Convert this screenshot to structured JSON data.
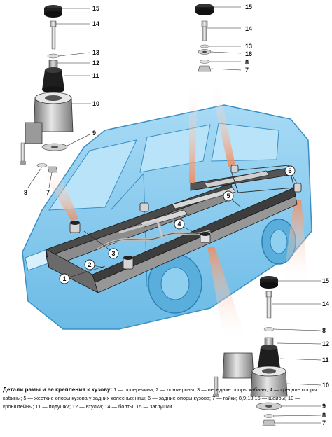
{
  "callouts": {
    "top_left": {
      "c15": "15",
      "c14": "14",
      "c13": "13",
      "c12": "12",
      "c11": "11",
      "c10": "10",
      "c9": "9",
      "c8": "8",
      "c7": "7"
    },
    "top_right": {
      "c15": "15",
      "c14": "14",
      "c13": "13",
      "c16": "16",
      "c8": "8",
      "c7": "7"
    },
    "bottom_right": {
      "c15": "15",
      "c14": "14",
      "c8": "8",
      "c12": "12",
      "c11": "11",
      "c10": "10",
      "c9": "9",
      "c8b": "8",
      "c7": "7"
    },
    "frame": {
      "n1": "1",
      "n2": "2",
      "n3": "3",
      "n4": "4",
      "n5": "5",
      "n6": "6"
    }
  },
  "caption": {
    "title": "Детали рамы и ее крепления к кузову:",
    "body": " 1 — поперечина; 2 — лонжероны; 3 — передние опоры кабины; 4 — средние опоры кабины; 5 — жесткие опоры кузова у задних колесных ниш; 6 — задние опоры кузова; 7 — гайки; 8,9,13,16 — шайбы; 10 — кронштейны; 11 — подушки; 12 — втулки; 14 — болты; 15 — заглушки."
  },
  "colors": {
    "van_body": "#7ec6ec",
    "van_outline": "#3a8fc4",
    "frame_dark": "#2c2c2c",
    "frame_mid": "#8a8a8a",
    "beam_orange": "#f08a5d",
    "rubber": "#1e1e1e"
  }
}
